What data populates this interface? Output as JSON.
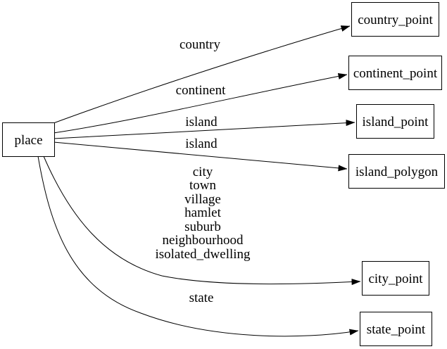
{
  "colors": {
    "background": "#ffffff",
    "node_fill": "#ffffff",
    "node_border": "#000000",
    "edge": "#000000",
    "text": "#000000"
  },
  "nodes": [
    {
      "id": "place",
      "label": "place"
    },
    {
      "id": "country_point",
      "label": "country_point"
    },
    {
      "id": "continent_point",
      "label": "continent_point"
    },
    {
      "id": "island_point",
      "label": "island_point"
    },
    {
      "id": "island_polygon",
      "label": "island_polygon"
    },
    {
      "id": "city_point",
      "label": "city_point"
    },
    {
      "id": "state_point",
      "label": "state_point"
    }
  ],
  "edges": [
    {
      "from": "place",
      "to": "country_point",
      "label": "country"
    },
    {
      "from": "place",
      "to": "continent_point",
      "label": "continent"
    },
    {
      "from": "place",
      "to": "island_point",
      "label": "island"
    },
    {
      "from": "place",
      "to": "island_polygon",
      "label": "island"
    },
    {
      "from": "place",
      "to": "city_point",
      "label_lines": [
        "city",
        "town",
        "village",
        "hamlet",
        "suburb",
        "neighbourhood",
        "isolated_dwelling"
      ]
    },
    {
      "from": "place",
      "to": "state_point",
      "label": "state"
    }
  ]
}
